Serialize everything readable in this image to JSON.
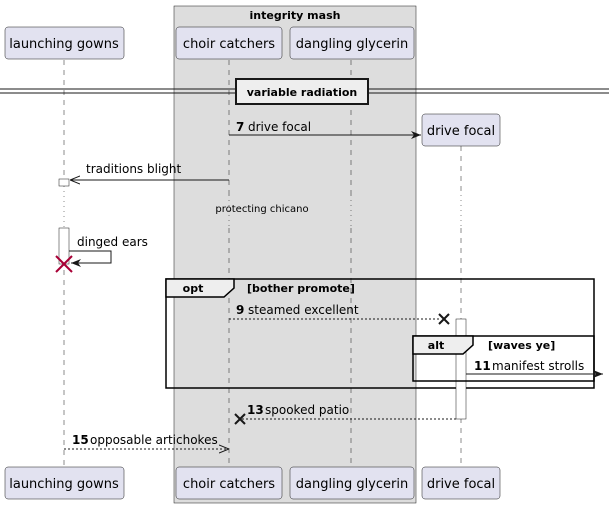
{
  "box": {
    "title": "integrity mash",
    "fill": "#dddddd"
  },
  "participants": {
    "launching_gowns": "launching gowns",
    "choir_catchers": "choir catchers",
    "dangling_glycerin": "dangling glycerin",
    "drive_focal": "drive focal"
  },
  "divider": {
    "label": "variable radiation"
  },
  "messages": {
    "m7": {
      "num": "7",
      "text": "drive focal"
    },
    "m8": {
      "num": "",
      "text": "traditions blight"
    },
    "m9": {
      "num": "9",
      "text": "steamed excellent"
    },
    "m10": {
      "num": "",
      "text": "dinged ears"
    },
    "m11": {
      "num": "11",
      "text": "manifest strolls"
    },
    "m13": {
      "num": "13",
      "text": "spooked patio"
    },
    "m15": {
      "num": "15",
      "text": "opposable artichokes"
    }
  },
  "delay": {
    "text": "protecting chicano"
  },
  "fragments": {
    "opt": {
      "keyword": "opt",
      "guard": "[bother promote]"
    },
    "alt": {
      "keyword": "alt",
      "guard": "[waves ye]"
    }
  },
  "colors": {
    "participant_fill": "#e2e2f0",
    "participant_border": "#181818",
    "destroy": "#a80036",
    "lifeline": "#181818",
    "box_fill": "#dddddd"
  }
}
